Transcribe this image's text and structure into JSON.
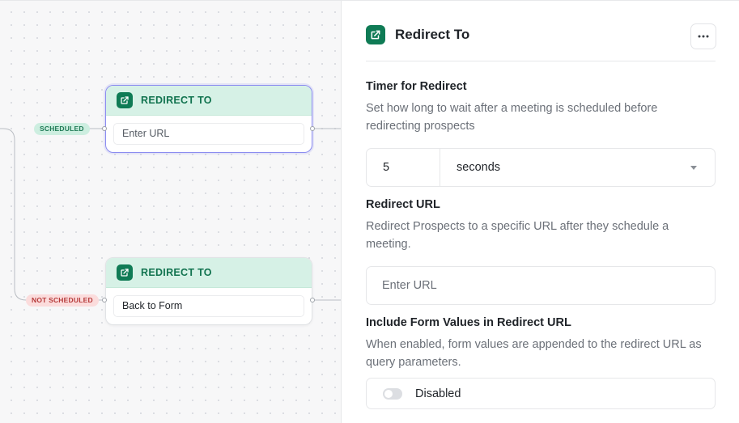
{
  "canvas": {
    "branches": {
      "scheduled_label": "SCHEDULED",
      "not_scheduled_label": "NOT SCHEDULED"
    },
    "nodes": [
      {
        "title": "REDIRECT TO",
        "field": "Enter URL",
        "icon": "external-link-icon",
        "selected": true
      },
      {
        "title": "REDIRECT TO",
        "field": "Back to Form",
        "icon": "external-link-icon",
        "selected": false
      }
    ]
  },
  "panel": {
    "title": "Redirect To",
    "icon": "external-link-icon",
    "more_icon": "more-horizontal-icon",
    "timer": {
      "title": "Timer for Redirect",
      "description": "Set how long to wait after a meeting is scheduled before redirecting prospects",
      "value": "5",
      "unit": "seconds"
    },
    "redirect_url": {
      "title": "Redirect URL",
      "description": "Redirect Prospects to a specific URL after they schedule a meeting.",
      "placeholder": "Enter URL"
    },
    "form_values": {
      "title": "Include Form Values in Redirect URL",
      "description": "When enabled, form values are appended to the redirect URL as query parameters.",
      "state_label": "Disabled",
      "enabled": false
    }
  },
  "colors": {
    "accent_green": "#0f7b55",
    "node_header_bg": "#d6f1e6",
    "selected_border": "#8b8cf0",
    "scheduled_pill": "#cdeee0",
    "not_scheduled_pill": "#fbdcdc"
  }
}
